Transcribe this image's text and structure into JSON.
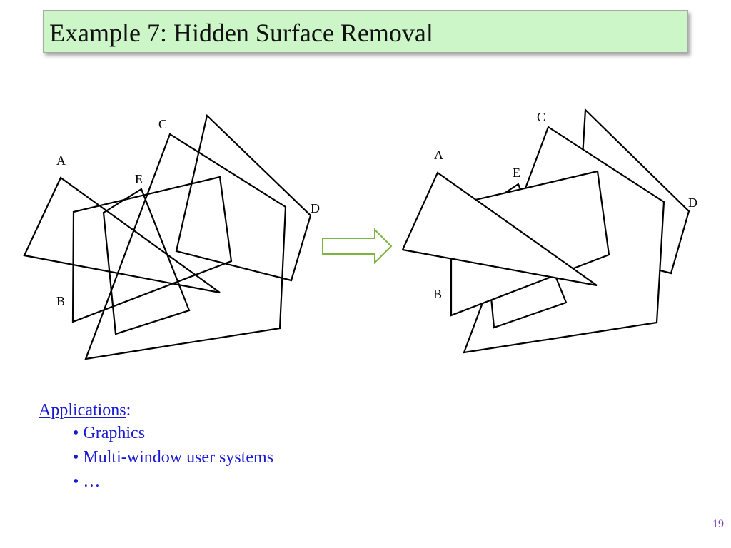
{
  "title": "Example 7: Hidden Surface Removal",
  "diagram": {
    "before": {
      "labels": {
        "a": "A",
        "b": "B",
        "c": "C",
        "d": "D",
        "e": "E"
      }
    },
    "after": {
      "labels": {
        "a": "A",
        "b": "B",
        "c": "C",
        "d": "D",
        "e": "E"
      }
    },
    "arrow": {
      "color": "#7cb342",
      "fill": "#ffffff"
    }
  },
  "applications": {
    "heading": "Applications",
    "colon": ":",
    "items": [
      {
        "bullet": "•",
        "text": "Graphics"
      },
      {
        "bullet": "•",
        "text": "Multi-window user systems"
      },
      {
        "bullet": "•",
        "text": "…"
      }
    ]
  },
  "slide_number": "19",
  "colors": {
    "title_background": "#ccf5c8",
    "applications_text": "#1a1ad0",
    "slide_number": "#7a3fb0"
  }
}
